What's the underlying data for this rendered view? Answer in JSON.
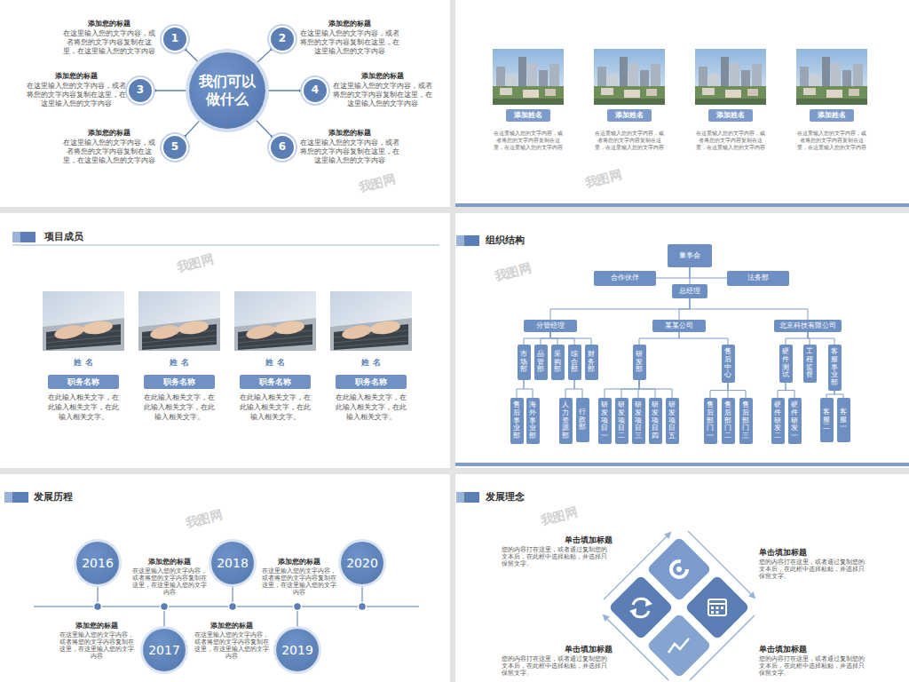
{
  "diagram": {
    "nodes": [
      {
        "text": [
          "我们可以做什么"
        ]
      },
      {
        "text": [
          "1"
        ]
      },
      {
        "text": [
          "2"
        ]
      },
      {
        "text": [
          "3"
        ]
      },
      {
        "text": [
          "4"
        ]
      },
      {
        "text": [
          "5"
        ]
      },
      {
        "text": [
          "6"
        ]
      },
      {
        "text": [
          "添加姓名"
        ]
      },
      {
        "text": [
          "添加姓名"
        ]
      },
      {
        "text": [
          "添加姓名"
        ]
      },
      {
        "text": [
          "添加姓名"
        ]
      },
      {
        "text": [
          "职务名称"
        ]
      },
      {
        "text": [
          "职务名称"
        ]
      },
      {
        "text": [
          "职务名称"
        ]
      },
      {
        "text": [
          "职务名称"
        ]
      },
      {
        "text": [
          "董事会"
        ]
      },
      {
        "text": [
          "合作伙伴"
        ]
      },
      {
        "text": [
          "法务部"
        ]
      },
      {
        "text": [
          "总经理"
        ]
      },
      {
        "text": [
          "分管经理"
        ]
      },
      {
        "text": [
          "某某公司"
        ]
      },
      {
        "text": [
          "北京科技有限公司"
        ]
      },
      {
        "text": [
          "市场部"
        ]
      },
      {
        "text": [
          "品管部"
        ]
      },
      {
        "text": [
          "采购部"
        ]
      },
      {
        "text": [
          "综合部"
        ]
      },
      {
        "text": [
          "财务部"
        ]
      },
      {
        "text": [
          "研发部"
        ]
      },
      {
        "text": [
          "售后中心"
        ]
      },
      {
        "text": [
          "硬件测试"
        ]
      },
      {
        "text": [
          "工程监督"
        ]
      },
      {
        "text": [
          "客服事业部"
        ]
      },
      {
        "text": [
          "售后事业部"
        ]
      },
      {
        "text": [
          "海外事业部"
        ]
      },
      {
        "text": [
          "人力资源部"
        ]
      },
      {
        "text": [
          "行政部"
        ]
      },
      {
        "text": [
          "研发项目一"
        ]
      },
      {
        "text": [
          "研发项目二"
        ]
      },
      {
        "text": [
          "研发项目三"
        ]
      },
      {
        "text": [
          "研发项目四"
        ]
      },
      {
        "text": [
          "研发项目五"
        ]
      },
      {
        "text": [
          "售后部门一"
        ]
      },
      {
        "text": [
          "售后部门二"
        ]
      },
      {
        "text": [
          "售后部门三"
        ]
      },
      {
        "text": [
          "硬件研发二"
        ]
      },
      {
        "text": [
          "硬件研发一"
        ]
      },
      {
        "text": [
          "客服二"
        ]
      },
      {
        "text": [
          "客服一"
        ]
      },
      {
        "text": [
          "2016"
        ]
      },
      {
        "text": [
          "2017"
        ]
      },
      {
        "text": [
          "2018"
        ]
      },
      {
        "text": [
          "2019"
        ]
      },
      {
        "text": [
          "2020"
        ]
      }
    ],
    "edges": [
      {
        "from": 0,
        "to": 1,
        "arrow": "none"
      },
      {
        "from": 0,
        "to": 2,
        "arrow": "none"
      },
      {
        "from": 0,
        "to": 3,
        "arrow": "none"
      },
      {
        "from": 0,
        "to": 4,
        "arrow": "none"
      },
      {
        "from": 0,
        "to": 5,
        "arrow": "none"
      },
      {
        "from": 0,
        "to": 6,
        "arrow": "none"
      },
      {
        "from": 15,
        "to": 16,
        "arrow": "none"
      },
      {
        "from": 15,
        "to": 17,
        "arrow": "none"
      },
      {
        "from": 15,
        "to": 18,
        "arrow": "none"
      },
      {
        "from": 18,
        "to": 19,
        "arrow": "none"
      },
      {
        "from": 18,
        "to": 20,
        "arrow": "none"
      },
      {
        "from": 18,
        "to": 21,
        "arrow": "none"
      },
      {
        "from": 19,
        "to": 22,
        "arrow": "none"
      },
      {
        "from": 19,
        "to": 23,
        "arrow": "none"
      },
      {
        "from": 19,
        "to": 24,
        "arrow": "none"
      },
      {
        "from": 19,
        "to": 25,
        "arrow": "none"
      },
      {
        "from": 19,
        "to": 26,
        "arrow": "none"
      },
      {
        "from": 20,
        "to": 27,
        "arrow": "none"
      },
      {
        "from": 20,
        "to": 28,
        "arrow": "none"
      },
      {
        "from": 21,
        "to": 29,
        "arrow": "none"
      },
      {
        "from": 21,
        "to": 30,
        "arrow": "none"
      },
      {
        "from": 21,
        "to": 31,
        "arrow": "none"
      },
      {
        "from": 22,
        "to": 32,
        "arrow": "none"
      },
      {
        "from": 22,
        "to": 33,
        "arrow": "none"
      },
      {
        "from": 25,
        "to": 34,
        "arrow": "none"
      },
      {
        "from": 25,
        "to": 35,
        "arrow": "none"
      },
      {
        "from": 27,
        "to": 36,
        "arrow": "none"
      },
      {
        "from": 27,
        "to": 37,
        "arrow": "none"
      },
      {
        "from": 27,
        "to": 38,
        "arrow": "none"
      },
      {
        "from": 27,
        "to": 39,
        "arrow": "none"
      },
      {
        "from": 27,
        "to": 40,
        "arrow": "none"
      },
      {
        "from": 28,
        "to": 41,
        "arrow": "none"
      },
      {
        "from": 28,
        "to": 42,
        "arrow": "none"
      },
      {
        "from": 28,
        "to": 43,
        "arrow": "none"
      },
      {
        "from": 29,
        "to": 44,
        "arrow": "none"
      },
      {
        "from": 29,
        "to": 45,
        "arrow": "none"
      },
      {
        "from": 31,
        "to": 46,
        "arrow": "none"
      },
      {
        "from": 31,
        "to": 47,
        "arrow": "none"
      }
    ],
    "labels": [
      "添加您的标题",
      "在这里输入您的文字内容，或者将您的文字内容复制在这里，在这里输入您的文字内容",
      "添加您的标题",
      "在这里输入您的文字内容，或者将您的文字内容复制在这里，在这里输入您的文字内容",
      "添加您的标题",
      "在这里输入您的文字内容，或者将您的文字内容复制在这里，在这里输入您的文字内容",
      "添加您的标题",
      "在这里输入您的文字内容，或者将您的文字内容复制在这里，在这里输入您的文字内容",
      "添加您的标题",
      "在这里输入您的文字内容，或者将您的文字内容复制在这里，在这里输入您的文字内容",
      "添加您的标题",
      "在这里输入您的文字内容，或者将您的文字内容复制在这里，在这里输入您的文字内容",
      "在这里输入您的文字内容，或者将您的文字内容复制在这里，在这里输入您的文字内容",
      "在这里输入您的文字内容，或者将您的文字内容复制在这里，在这里输入您的文字内容",
      "在这里输入您的文字内容，或者将您的文字内容复制在这里，在这里输入您的文字内容",
      "在这里输入您的文字内容，或者将您的文字内容复制在这里，在这里输入您的文字内容",
      "项目成员",
      "姓 名",
      "姓 名",
      "姓 名",
      "姓 名",
      "在此输入相关文字，在此输入相关文字，在此输入相关文字。",
      "在此输入相关文字，在此输入相关文字，在此输入相关文字。",
      "在此输入相关文字，在此输入相关文字，在此输入相关文字。",
      "在此输入相关文字，在此输入相关文字，在此输入相关文字。",
      "组织结构",
      "发展历程",
      "添加您的标题",
      "在这里输入您的文字内容，或者将您的文字内容复制在这里，在这里输入您的文字内容",
      "添加您的标题",
      "在这里输入您的文字内容，或者将您的文字内容复制在这里，在这里输入您的文字内容",
      "添加您的标题",
      "在这里输入您的文字内容，或者将您的文字内容复制在这里，在这里输入您的文字内容",
      "添加您的标题",
      "在这里输入您的文字内容，或者将您的文字内容复制在这里，在这里输入您的文字内容",
      "发展理念",
      "单击填加标题",
      "您的内容打在这里，或者通过复制您的文本后，在此框中选择粘贴，并选择只保留文字。",
      "单击填加标题",
      "您的内容打在这里，或者通过复制您的文本后，在此框中选择粘贴，并选择只保留文字。",
      "单击填加标题",
      "您的内容打在这里，或者通过复制您的文本后，在此框中选择粘贴，并选择只保留文字。",
      "单击填加标题",
      "您的内容打在这里，或者通过复制您的文本后，在此框中选择粘贴，并选择只保留文字。",
      "我图网",
      "我图网",
      "我图网",
      "我图网",
      "我图网",
      "我图网"
    ]
  }
}
